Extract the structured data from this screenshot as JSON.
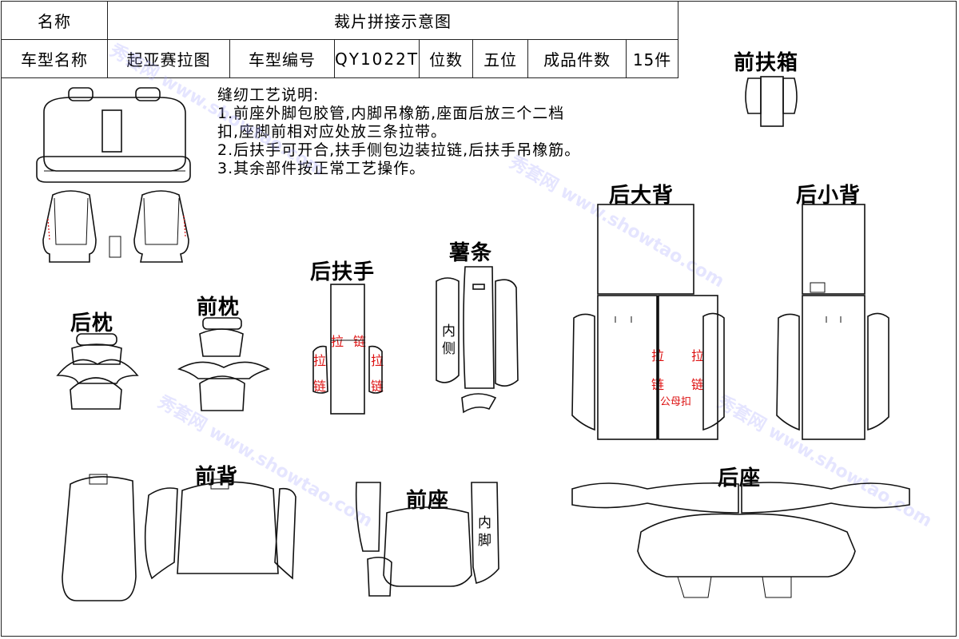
{
  "header": {
    "row1": {
      "name_label": "名称",
      "title": "裁片拼接示意图"
    },
    "row2": {
      "model_name_label": "车型名称",
      "model_name": "起亚赛拉图",
      "model_code_label": "车型编号",
      "model_code": "QY1022T",
      "seats_label": "位数",
      "seats": "五位",
      "pieces_label": "成品件数",
      "pieces": "15件"
    }
  },
  "notes": {
    "title": "缝纫工艺说明:",
    "lines": [
      "1.前座外脚包胶管,内脚吊橡筋,座面后放三个二档",
      "扣,座脚前相对应处放三条拉带。",
      "2.后扶手可开合,扶手侧包边装拉链,后扶手吊橡筋。",
      "3.其余部件按正常工艺操作。"
    ]
  },
  "parts": {
    "front_armbox": "前扶箱",
    "rear_big_back": "后大背",
    "rear_small_back": "后小背",
    "rear_pillow": "后枕",
    "front_pillow": "前枕",
    "rear_armrest": "后扶手",
    "strip": "薯条",
    "front_back": "前背",
    "front_seat": "前座",
    "rear_seat": "后座"
  },
  "annotations": {
    "inner_side_1": "内",
    "inner_side_2": "侧",
    "inner_foot_1": "内",
    "inner_foot_2": "脚",
    "zip_la": "拉",
    "zip_lian": "链",
    "snap": "公母扣"
  },
  "watermark": {
    "site": "www.showtao.com",
    "brand": "秀套网"
  },
  "colors": {
    "line": "#111111",
    "annotation_red": "#dd1111"
  }
}
